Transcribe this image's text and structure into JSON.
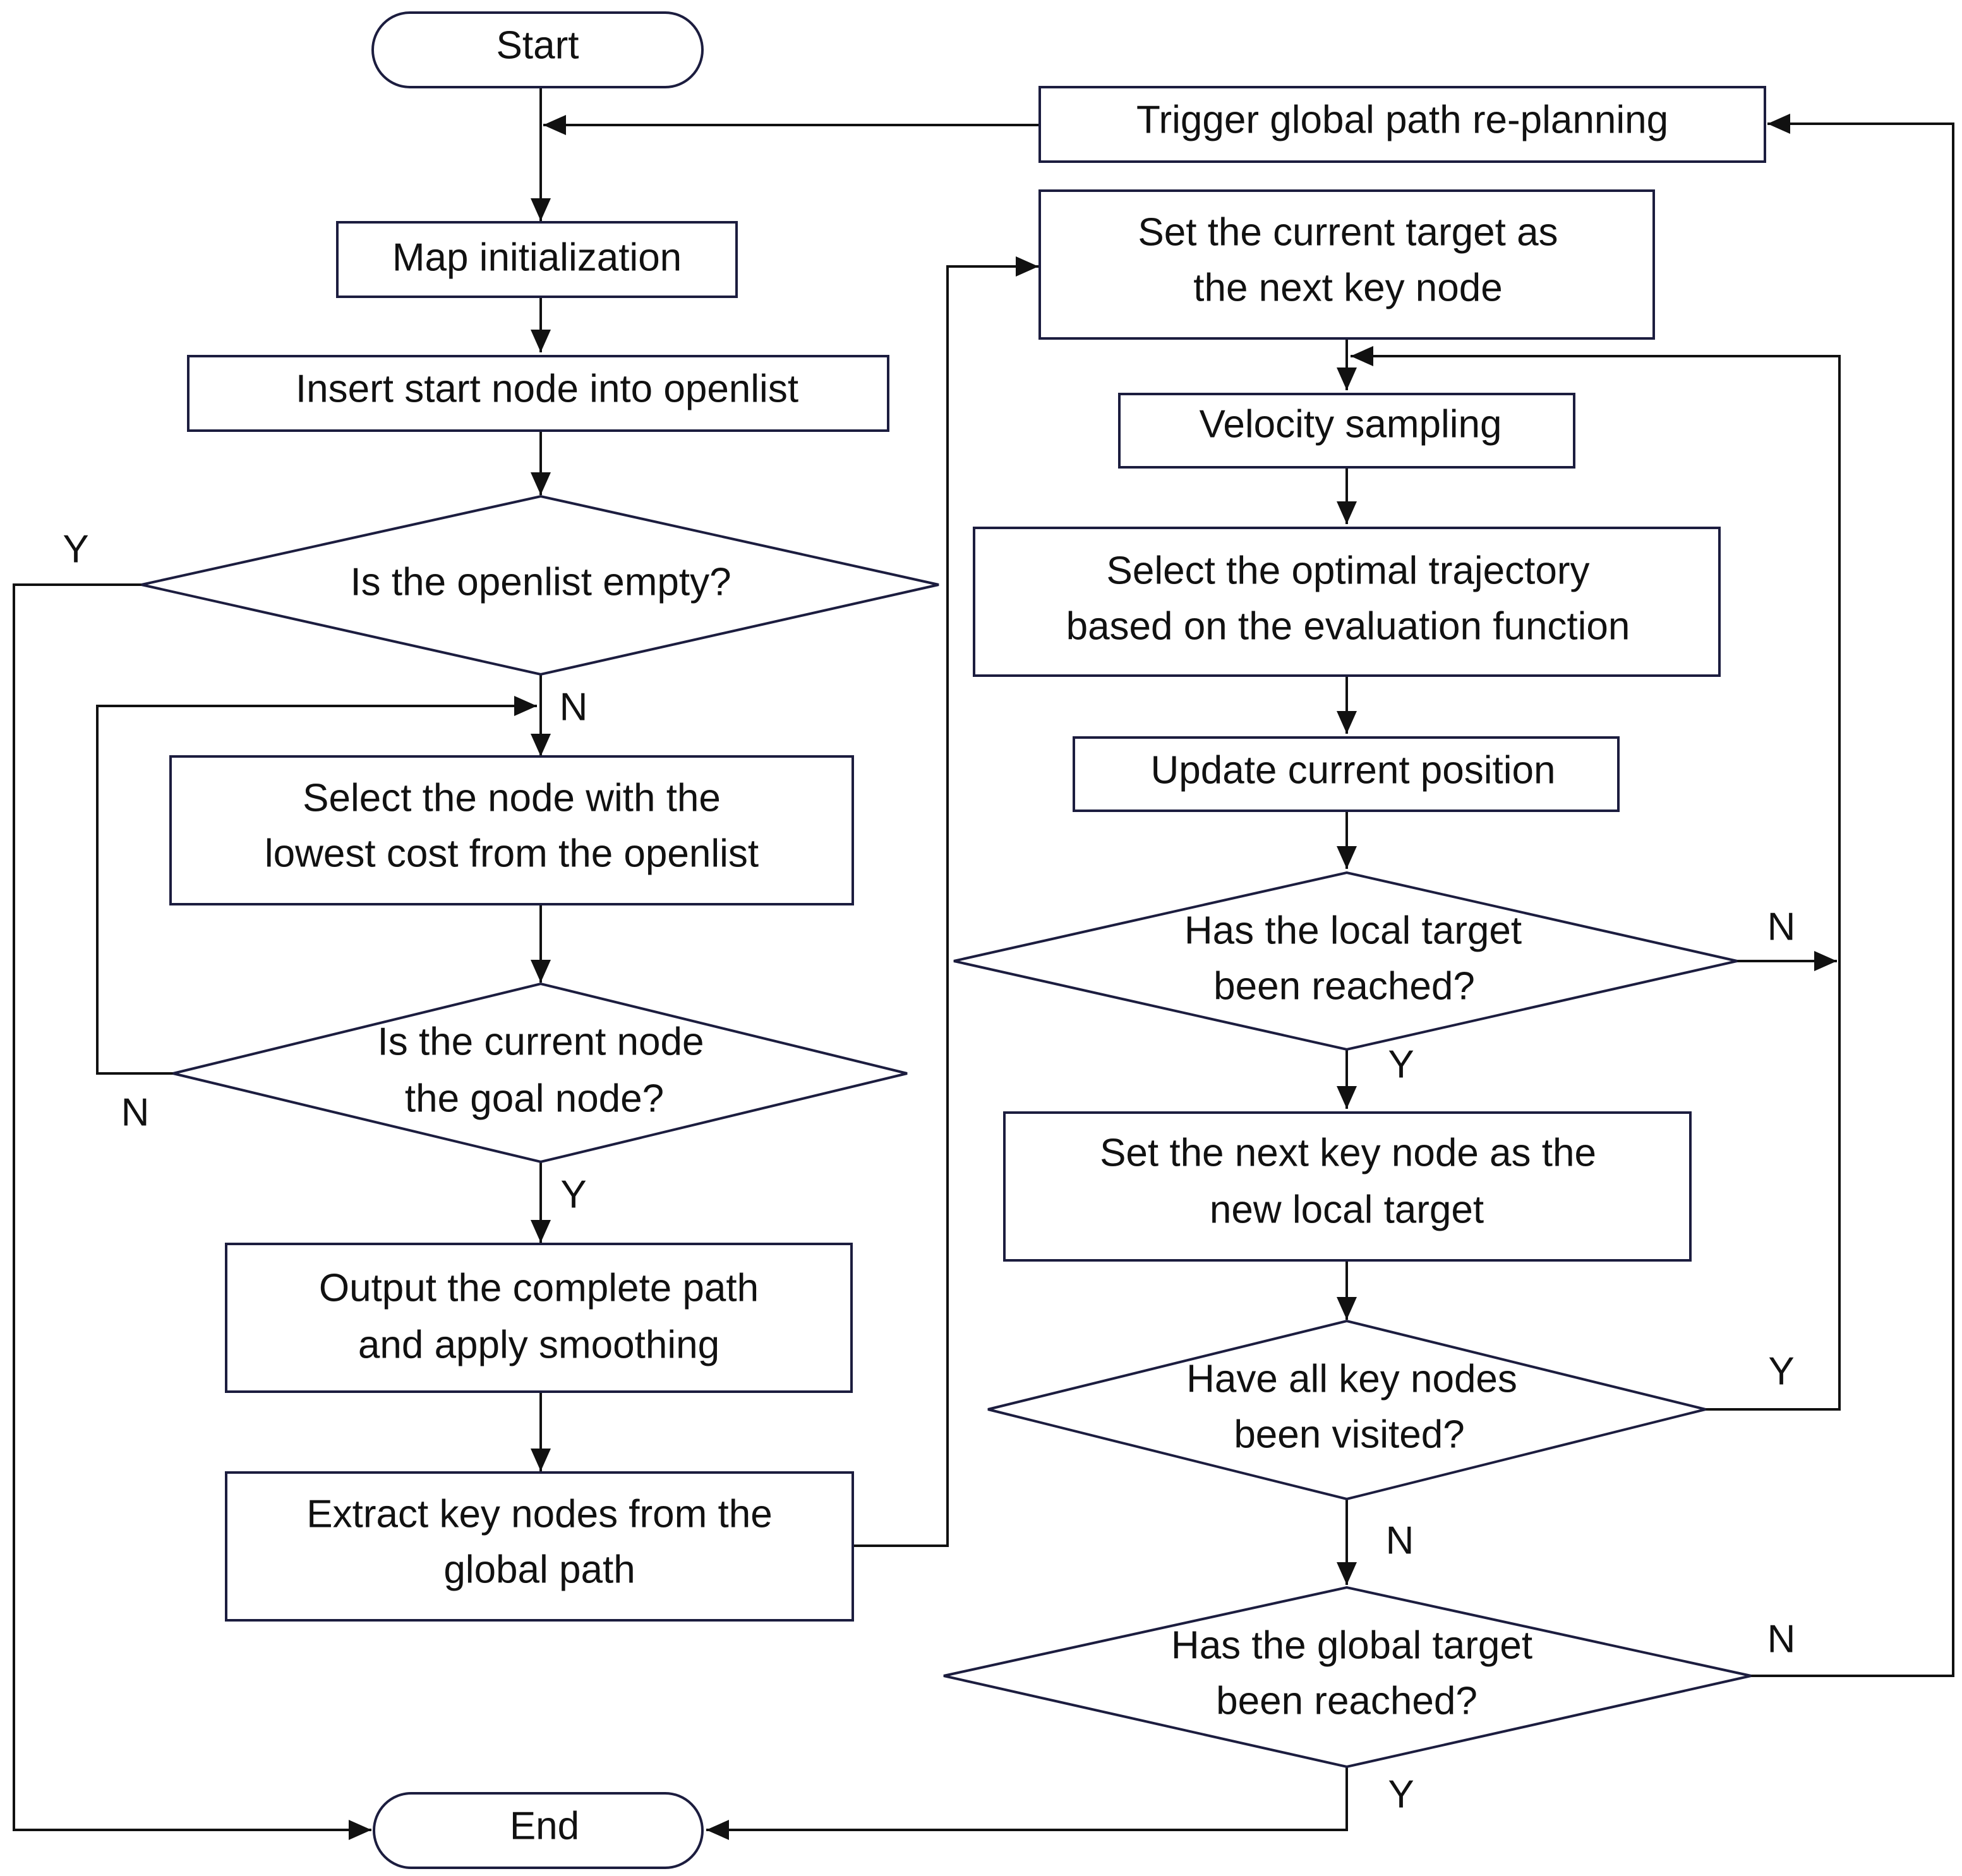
{
  "nodes": {
    "start": "Start",
    "map_init": "Map initialization",
    "insert_start": "Insert start node into openlist",
    "openlist_empty": "Is the openlist empty?",
    "select_lowest": [
      "Select the node with the",
      "lowest cost from the openlist"
    ],
    "is_goal": [
      "Is the current node",
      "the goal node?"
    ],
    "output_path": [
      "Output the complete path",
      "and apply smoothing"
    ],
    "extract_key": [
      "Extract key nodes from the",
      "global path"
    ],
    "trigger_replan": "Trigger global path re-planning",
    "set_target": [
      "Set the current target as",
      "the next key node"
    ],
    "velocity": "Velocity sampling",
    "select_traj": [
      "Select the optimal trajectory",
      "based on the evaluation function"
    ],
    "update_pos": "Update current position",
    "local_reached": [
      "Has the local target",
      "been reached?"
    ],
    "set_next_key": [
      "Set the next key node as the",
      "new local target"
    ],
    "all_visited": [
      "Have all key nodes",
      "been visited?"
    ],
    "global_reached": [
      "Has the global target",
      "been reached?"
    ],
    "end": "End"
  },
  "branch_labels": {
    "openlist_yes": "Y",
    "openlist_no": "N",
    "goal_no": "N",
    "goal_yes": "Y",
    "local_no": "N",
    "local_yes": "Y",
    "visited_yes": "Y",
    "visited_no": "N",
    "global_no": "N",
    "global_yes": "Y"
  }
}
